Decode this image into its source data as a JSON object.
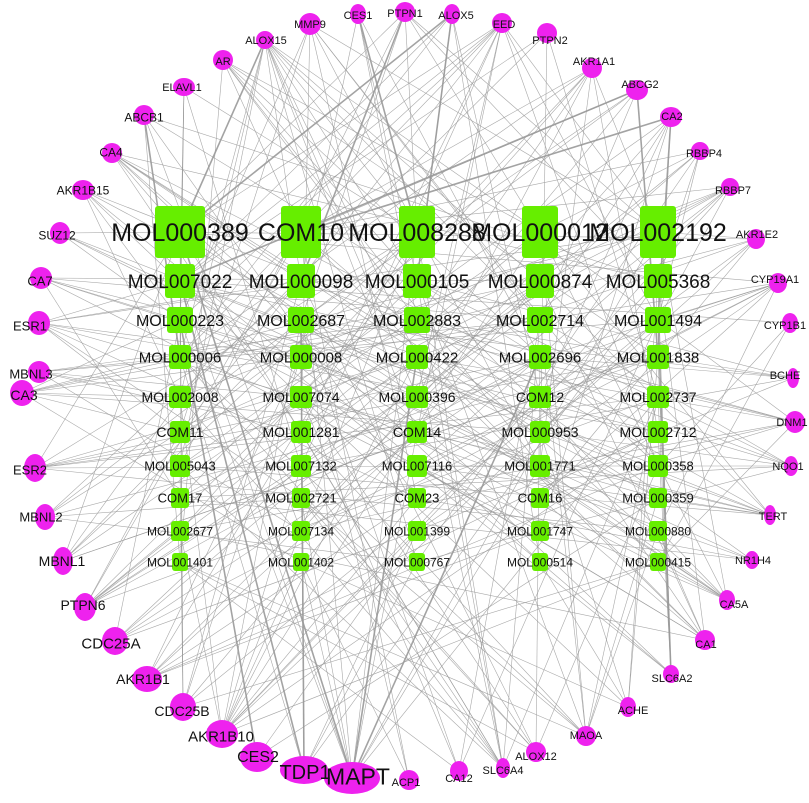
{
  "colors": {
    "compound_node": "#66ee00",
    "target_node": "#ee22ee",
    "edge": "#999999",
    "label": "#111111"
  },
  "compounds": [
    [
      "MOL000389",
      "COM10",
      "MOL008288",
      "MOL000012",
      "MOL002192"
    ],
    [
      "MOL007022",
      "MOL000098",
      "MOL000105",
      "MOL000874",
      "MOL005368"
    ],
    [
      "MOL000223",
      "MOL002687",
      "MOL002883",
      "MOL002714",
      "MOL001494"
    ],
    [
      "MOL000006",
      "MOL000008",
      "MOL000422",
      "MOL002696",
      "MOL001838"
    ],
    [
      "MOL002008",
      "MOL007074",
      "MOL000396",
      "COM12",
      "MOL002737"
    ],
    [
      "COM11",
      "MOL001281",
      "COM14",
      "MOL000953",
      "MOL002712"
    ],
    [
      "MOL005043",
      "MOL007132",
      "MOL007116",
      "MOL001771",
      "MOL000358"
    ],
    [
      "COM17",
      "MOL002721",
      "COM23",
      "COM16",
      "MOL000359"
    ],
    [
      "MOL002677",
      "MOL007134",
      "MOL001399",
      "MOL001747",
      "MOL000880"
    ],
    [
      "MOL001401",
      "MOL001402",
      "MOL000767",
      "MOL000514",
      "MOL000415"
    ]
  ],
  "targets": [
    "MMP9",
    "CES1",
    "PTPN1",
    "ALOX5",
    "EED",
    "PTPN2",
    "AKR1A1",
    "ABCG2",
    "CA2",
    "RBBP4",
    "RBBP7",
    "AKR1E2",
    "CYP19A1",
    "CYP1B1",
    "BCHE",
    "DNM1",
    "NQO1",
    "TERT",
    "NR1H4",
    "CA5A",
    "CA1",
    "SLC6A2",
    "ACHE",
    "MAOA",
    "ALOX12",
    "SLC6A4",
    "CA12",
    "ACP1",
    "MAPT",
    "TDP1",
    "CES2",
    "AKR1B10",
    "CDC25B",
    "AKR1B1",
    "CDC25A",
    "PTPN6",
    "MBNL1",
    "MBNL2",
    "ESR2",
    "CA3",
    "MBNL3",
    "ESR1",
    "CA7",
    "SUZ12",
    "AKR1B15",
    "CA4",
    "ABCB1",
    "ELAVL1",
    "AR",
    "ALOX15"
  ]
}
